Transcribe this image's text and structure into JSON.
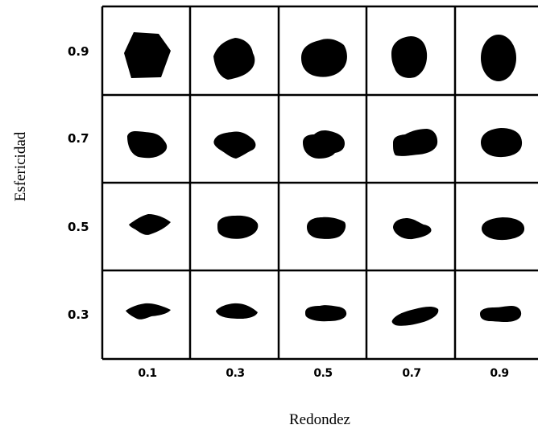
{
  "figure": {
    "y_axis_label": "Esfericidad",
    "x_axis_label": "Redondez",
    "rows": [
      "0.9",
      "0.7",
      "0.5",
      "0.3"
    ],
    "columns": [
      "0.1",
      "0.3",
      "0.5",
      "0.7",
      "0.9"
    ],
    "cell_content": "black particle silhouette",
    "line_color": "#000000",
    "background_color": "#ffffff"
  }
}
